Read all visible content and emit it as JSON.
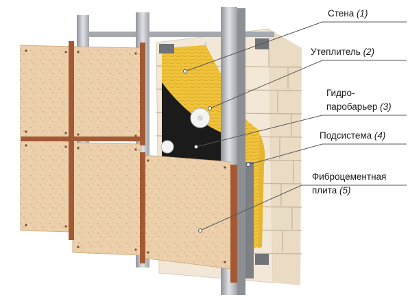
{
  "labels": [
    {
      "id": "wall",
      "lines": [
        [
          "Стена ",
          "(1)"
        ]
      ]
    },
    {
      "id": "insulation",
      "lines": [
        [
          "Утеплитель ",
          "(2)"
        ]
      ]
    },
    {
      "id": "barrier",
      "lines": [
        [
          "Гидро-",
          ""
        ],
        [
          "паробарьер ",
          "(3)"
        ]
      ]
    },
    {
      "id": "subsystem",
      "lines": [
        [
          "Подсистема ",
          "(4)"
        ]
      ]
    },
    {
      "id": "panel",
      "lines": [
        [
          "Фиброцементная",
          ""
        ],
        [
          "плита ",
          "(5)"
        ]
      ]
    }
  ],
  "colors": {
    "brick": "#f3e8d7",
    "mortar": "#c9b8a0",
    "insulation": "#f2c83a",
    "membrane": "#1b1b1b",
    "steel": "#b9bcc0",
    "rail": "#a35a34",
    "panel": "#e9c9a1"
  }
}
